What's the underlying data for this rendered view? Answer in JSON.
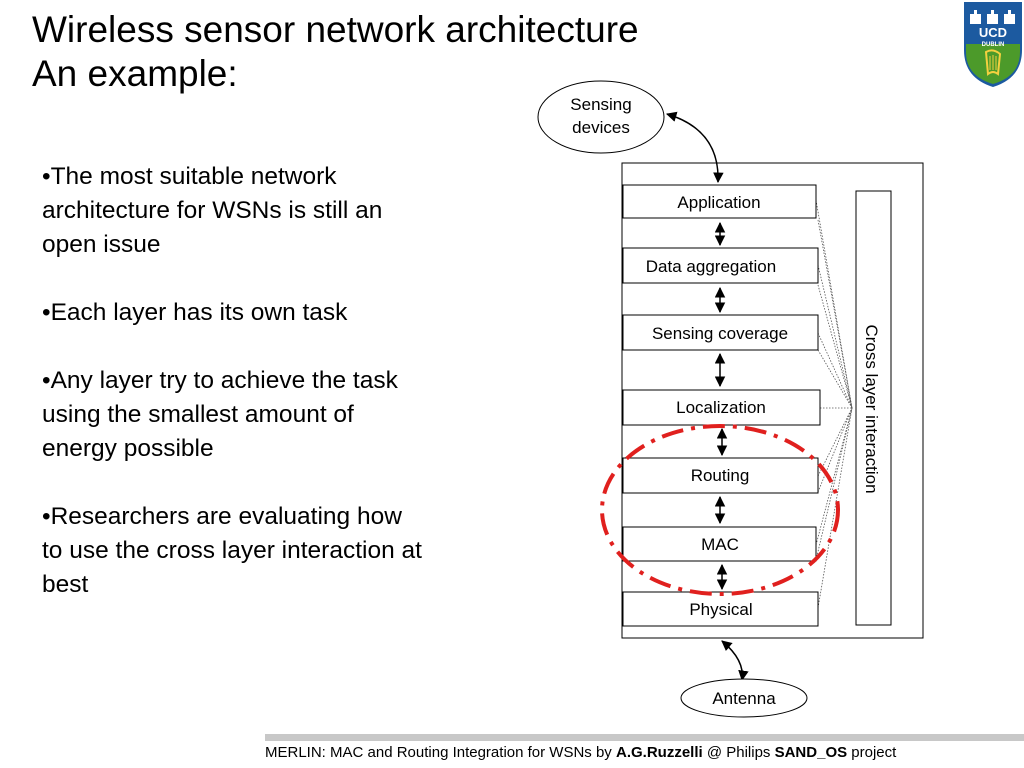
{
  "slide": {
    "title_line1": "Wireless sensor network architecture",
    "title_line2": "An example:"
  },
  "bullets": [
    "•The most suitable network architecture for  WSNs is still an open issue",
    "•Each layer has its own task",
    "•Any layer try to achieve the task using the smallest amount of energy possible",
    "•Researchers are evaluating how to use the cross layer interaction at best"
  ],
  "diagram": {
    "sensing_node": {
      "line1": "Sensing",
      "line2": "devices"
    },
    "antenna_node": "Antenna",
    "layers": {
      "application": "Application",
      "data_aggregation": "Data aggregation",
      "sensing_coverage": "Sensing coverage",
      "localization": "Localization",
      "routing": "Routing",
      "mac": "MAC",
      "physical": "Physical"
    },
    "cross_layer": "Cross layer interaction",
    "highlight_color": "#e0201e"
  },
  "logo": {
    "line1": "UCD",
    "line2": "DUBLIN",
    "color": "#1c5aa0"
  },
  "footer": {
    "part1": "MERLIN: MAC and Routing Integration for WSNs by ",
    "author": "A.G.Ruzzelli",
    "part2": " @ Philips ",
    "project": "SAND_OS",
    "part3": " project"
  }
}
